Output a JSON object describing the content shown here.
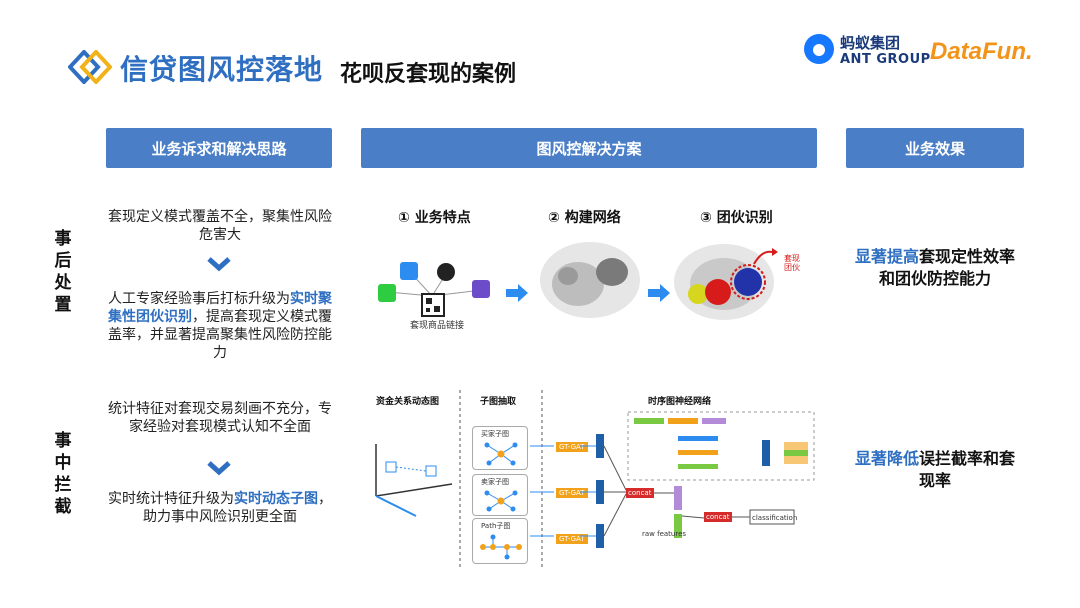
{
  "header": {
    "title": "信贷图风控落地",
    "subtitle": "花呗反套现的案例",
    "ant_logo_cn": "蚂蚁集团",
    "ant_logo_en": "ANT GROUP",
    "datafun_logo": "DataFun."
  },
  "columns": {
    "left": "业务诉求和解决思路",
    "middle": "图风控解决方案",
    "right": "业务效果"
  },
  "rows": {
    "post": {
      "label": [
        "事",
        "后",
        "处",
        "置"
      ],
      "problem": "套现定义模式覆盖不全，聚集性风险危害大",
      "solution_pre": "人工专家经验事后打标升级为",
      "solution_hl": "实时聚集性团伙识别",
      "solution_post": "，提高套现定义模式覆盖率，并显著提高聚集性风险防控能力",
      "steps": [
        "① 业务特点",
        "② 构建网络",
        "③ 团伙识别"
      ],
      "step1_caption": "套现商品链接",
      "step3_tag": "套现团伙",
      "effect_hl": "显著提高",
      "effect_rest": "套现定性效率和团伙防控能力"
    },
    "mid": {
      "label": [
        "事",
        "中",
        "拦",
        "截"
      ],
      "problem": "统计特征对套现交易刻画不充分，专家经验对套现模式认知不全面",
      "solution_pre": "实时统计特征升级为",
      "solution_hl": "实时动态子图",
      "solution_post": "，助力事中风险识别更全面",
      "section_titles": [
        "资金关系动态图",
        "子图抽取",
        "时序图神经网络"
      ],
      "subgraphs": [
        "买家子图",
        "卖家子图",
        "Path子图"
      ],
      "gat_label": "GT-GAT",
      "concat_label": "concat",
      "classification": "classification",
      "raw_features": "raw features",
      "effect_hl": "显著降低",
      "effect_rest": "误拦截率和套现率"
    }
  },
  "colors": {
    "primary_blue": "#2f6fc2",
    "header_blue": "#4a7fc8",
    "datafun_orange": "#f2941a"
  }
}
